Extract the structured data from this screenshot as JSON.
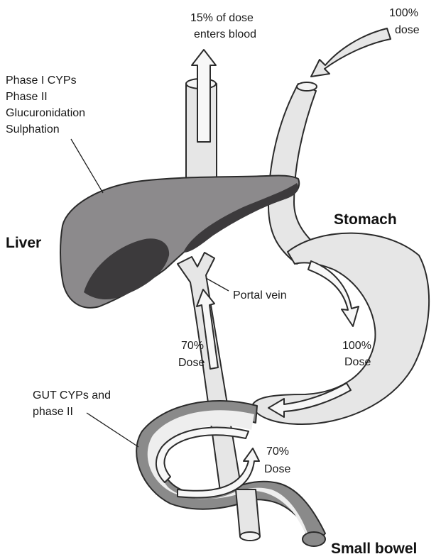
{
  "labels": {
    "blood_line1": "15% of dose",
    "blood_line2": "enters blood",
    "dose_in_line1": "100%",
    "dose_in_line2": "dose",
    "liver_enzymes": [
      "Phase I CYPs",
      "Phase II",
      "Glucuronidation",
      "Sulphation"
    ],
    "liver": "Liver",
    "stomach": "Stomach",
    "portal_vein": "Portal vein",
    "portal_dose_line1": "70%",
    "portal_dose_line2": "Dose",
    "stomach_dose_line1": "100%",
    "stomach_dose_line2": "Dose",
    "gut_line1": "GUT CYPs and",
    "gut_line2": "phase II",
    "bowel_dose_line1": "70%",
    "bowel_dose_line2": "Dose",
    "small_bowel": "Small bowel"
  },
  "colors": {
    "tube": "#e6e6e6",
    "liver": "#8c8a8c",
    "liver_dark": "#3c3a3c",
    "bowel_wall": "#8a8a8a",
    "outline": "#2b2b2b"
  }
}
